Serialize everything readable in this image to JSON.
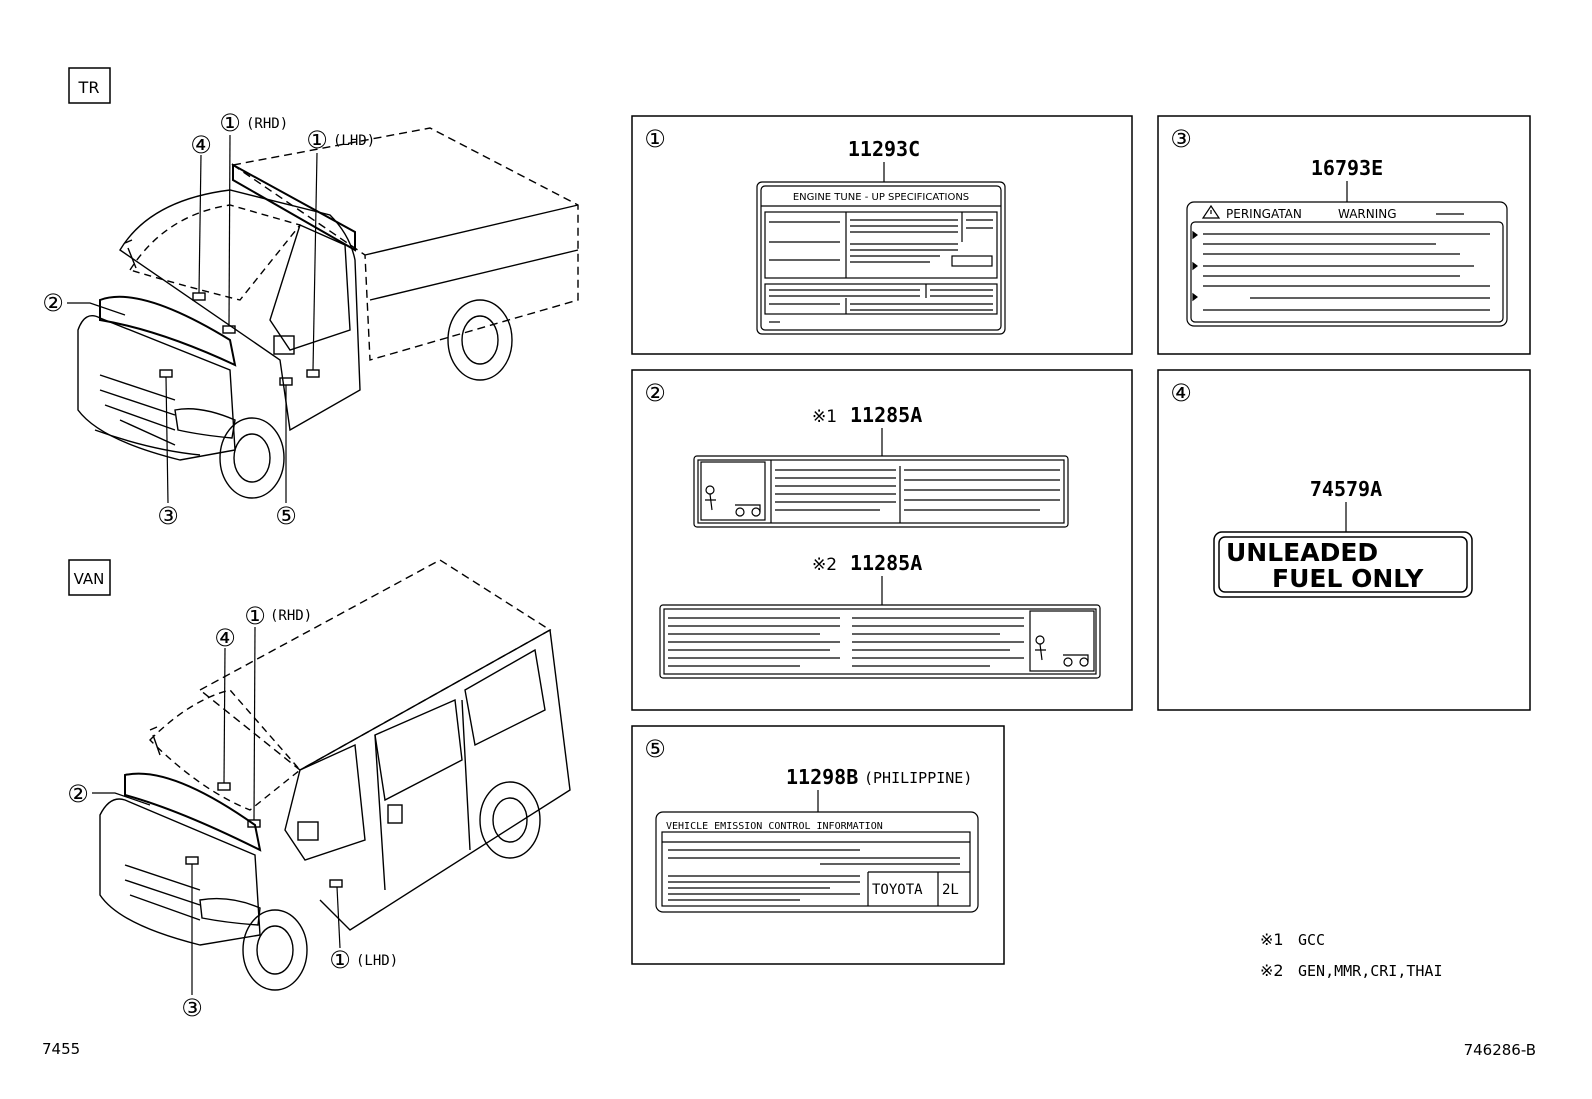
{
  "variants": {
    "truck": "TR",
    "van": "VAN"
  },
  "callouts": {
    "c1": "①",
    "c2": "②",
    "c3": "③",
    "c4": "④",
    "c5": "⑤",
    "rhd": "(RHD)",
    "lhd": "(LHD)"
  },
  "panels": {
    "p1": {
      "num": "①",
      "part": "11293C",
      "label_heading": "ENGINE TUNE - UP SPECIFICATIONS"
    },
    "p2": {
      "num": "②",
      "note1": "※1",
      "part1": "11285A",
      "note2": "※2",
      "part2": "11285A"
    },
    "p3": {
      "num": "③",
      "part": "16793E",
      "label_heading_a": "PERINGATAN",
      "label_heading_b": "WARNING"
    },
    "p4": {
      "num": "④",
      "part": "74579A",
      "label_line1": "UNLEADED",
      "label_line2": "FUEL ONLY"
    },
    "p5": {
      "num": "⑤",
      "part": "11298B",
      "region": "(PHILIPPINE)",
      "label_heading": "VEHICLE EMISSION CONTROL INFORMATION",
      "label_brand": "TOYOTA",
      "label_code": "2L"
    }
  },
  "notes": {
    "n1_mark": "※1",
    "n1_text": "GCC",
    "n2_mark": "※2",
    "n2_text": "GEN,MMR,CRI,THAI"
  },
  "footer": {
    "left_code": "7455",
    "right_code": "746286-B"
  }
}
